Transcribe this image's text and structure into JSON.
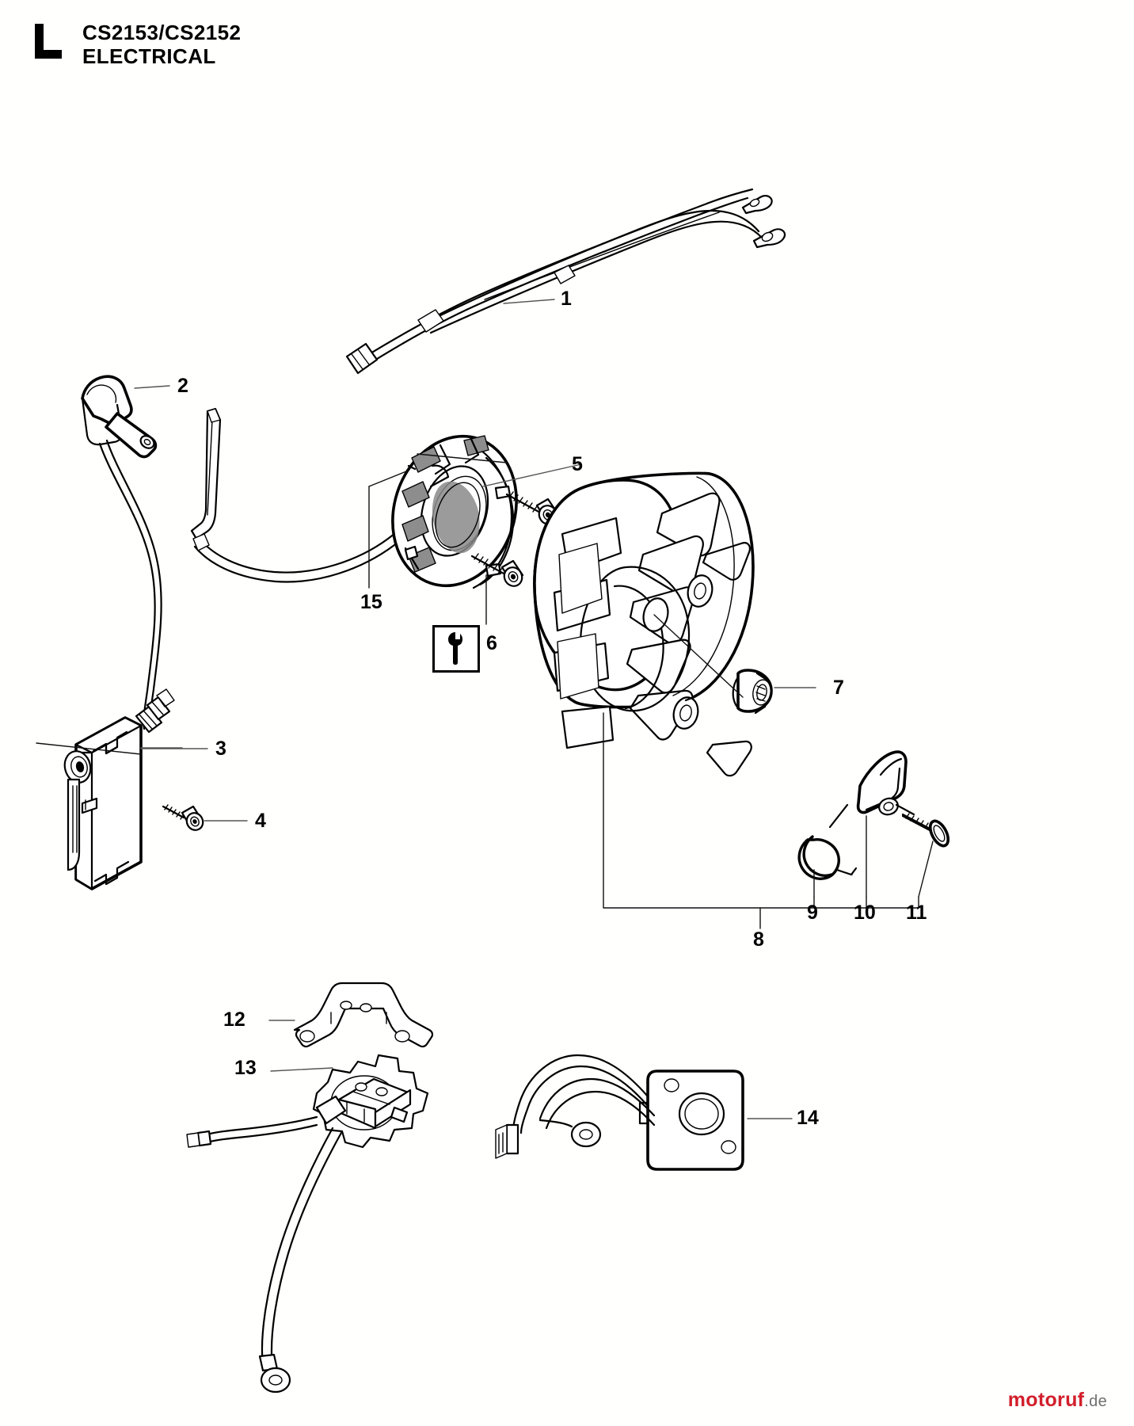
{
  "header": {
    "logo": "husqvarna-L-logo",
    "model": "CS2153/CS2152",
    "section": "ELECTRICAL"
  },
  "callouts": [
    {
      "id": "1",
      "label": "1",
      "part": "ignition-cable-harness"
    },
    {
      "id": "2",
      "label": "2",
      "part": "spark-plug-boot"
    },
    {
      "id": "3",
      "label": "3",
      "part": "ignition-module"
    },
    {
      "id": "4",
      "label": "4",
      "part": "screw-ignition-module"
    },
    {
      "id": "5",
      "label": "5",
      "part": "stator-ring"
    },
    {
      "id": "6",
      "label": "6",
      "part": "screw-stator"
    },
    {
      "id": "7",
      "label": "7",
      "part": "flange-nut-flywheel"
    },
    {
      "id": "8",
      "label": "8",
      "part": "pawl-assembly"
    },
    {
      "id": "9",
      "label": "9",
      "part": "spring-pawl"
    },
    {
      "id": "10",
      "label": "10",
      "part": "starter-pawl"
    },
    {
      "id": "11",
      "label": "11",
      "part": "rivet-pawl"
    },
    {
      "id": "12",
      "label": "12",
      "part": "cable-clamp-bracket"
    },
    {
      "id": "13",
      "label": "13",
      "part": "stop-switch-assembly"
    },
    {
      "id": "14",
      "label": "14",
      "part": "ignition-coil-lead-assembly"
    },
    {
      "id": "15",
      "label": "15",
      "part": "ground-lead"
    }
  ],
  "tool_icon": {
    "name": "special-tool-wrench-icon",
    "meaning": "special tool required"
  },
  "watermark": {
    "brand": "motoruf",
    "tld": ".de",
    "brand_color": "#d21f2b",
    "tld_color": "#6f6f6f"
  }
}
